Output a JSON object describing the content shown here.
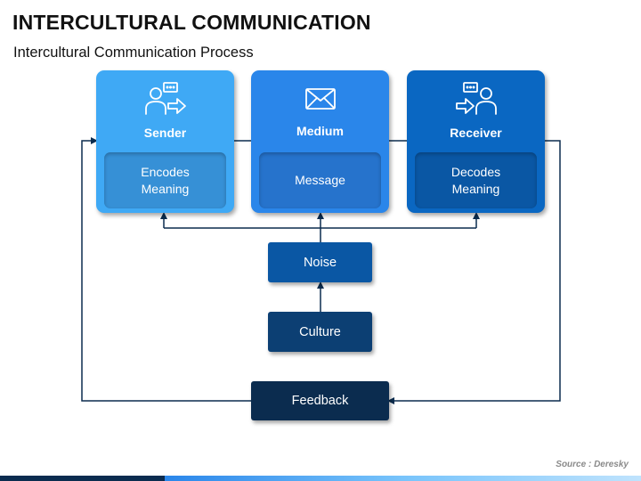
{
  "title": "INTERCULTURAL COMMUNICATION",
  "subtitle": "Intercultural Communication Process",
  "cards": {
    "sender": {
      "label": "Sender",
      "inner": "Encodes\nMeaning",
      "icon": "person-sending-icon"
    },
    "medium": {
      "label": "Medium",
      "inner": "Message",
      "icon": "envelope-icon"
    },
    "receiver": {
      "label": "Receiver",
      "inner": "Decodes\nMeaning",
      "icon": "person-receiving-icon"
    }
  },
  "boxes": {
    "noise": "Noise",
    "culture": "Culture",
    "feedback": "Feedback"
  },
  "source": "Source : Deresky",
  "colors": {
    "sender": "#3fa9f5",
    "medium": "#2a86ea",
    "receiver": "#0a67c2",
    "noise": "#0a57a4",
    "culture": "#0c3f73",
    "feedback": "#0b2c4f",
    "connector": "#0b2c4f"
  }
}
